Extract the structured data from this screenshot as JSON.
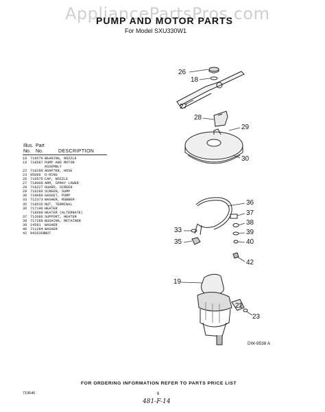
{
  "watermark": "AppliancePartsPros.com",
  "title": "PUMP AND MOTOR PARTS",
  "subtitle": "For Model SXU330W1",
  "table": {
    "illus_header": [
      "Illus.",
      "No."
    ],
    "part_header": [
      "Part",
      "No."
    ],
    "description_header": "DESCRIPTION",
    "rows": [
      {
        "no": "18",
        "part": "719576",
        "desc": "BEARING, NOZZLE"
      },
      {
        "no": "19",
        "part": "718587",
        "desc": "PUMP AND MOTOR"
      },
      {
        "no": "",
        "part": "",
        "desc": "ASSEMBLY"
      },
      {
        "no": "22",
        "part": "718280",
        "desc": "ADAPTER, HOSE"
      },
      {
        "no": "23",
        "part": "95086",
        "desc": "O-RING"
      },
      {
        "no": "26",
        "part": "719575",
        "desc": "CAP, NOZZLE"
      },
      {
        "no": "27",
        "part": "718000",
        "desc": "ARM, SPRAY LOWER"
      },
      {
        "no": "28",
        "part": "718227",
        "desc": "GUARD, SCREEN"
      },
      {
        "no": "29",
        "part": "718286",
        "desc": "SCREEN, SUMP"
      },
      {
        "no": "30",
        "part": "719080",
        "desc": "GASKET, PUMP"
      },
      {
        "no": "33",
        "part": "712373",
        "desc": "WASHER, RUBBER"
      },
      {
        "no": "35",
        "part": "718535",
        "desc": "NUT, TERMINAL"
      },
      {
        "no": "36",
        "part": "717146",
        "desc": "HEATER"
      },
      {
        "no": "",
        "part": "718690",
        "desc": "HEATER (ALTERNATE)"
      },
      {
        "no": "37",
        "part": "712086",
        "desc": "SUPPORT, HEATER"
      },
      {
        "no": "38",
        "part": "717289",
        "desc": "BUSHING, RETAINER"
      },
      {
        "no": "39",
        "part": "14581",
        "desc": "WASHER"
      },
      {
        "no": "40",
        "part": "711284",
        "desc": "WASHER"
      },
      {
        "no": "42",
        "part": "9420368",
        "desc": "NUT"
      }
    ]
  },
  "callouts": {
    "c26": "26",
    "c18": "18",
    "c27": "27",
    "c28": "28",
    "c29": "29",
    "c30": "30",
    "c36": "36",
    "c37": "37",
    "c38": "38",
    "c39": "39",
    "c40": "40",
    "c42": "42",
    "c33": "33",
    "c35": "35",
    "c19": "19",
    "c22": "22",
    "c23": "23"
  },
  "diagram_code": "DW-9538 A",
  "footer": "FOR ORDERING INFORMATION REFER TO PARTS PRICE LIST",
  "left_code": "719640",
  "page_number": "6",
  "handwritten": "481-F-14"
}
